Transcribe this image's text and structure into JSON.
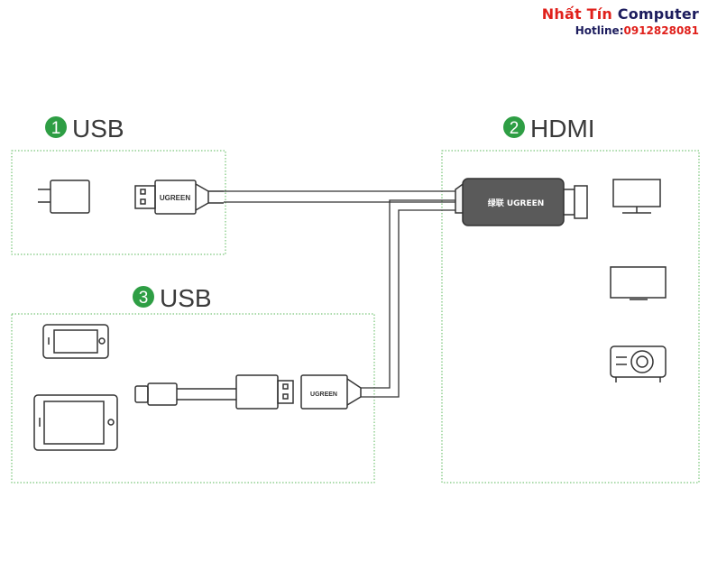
{
  "brand": {
    "name_part1": "Nhất Tín",
    "name_part2": "Computer",
    "hotline_label": "Hotline:",
    "hotline_number": "0912828081"
  },
  "sections": [
    {
      "number": "1",
      "label": "USB"
    },
    {
      "number": "2",
      "label": "HDMI"
    },
    {
      "number": "3",
      "label": "USB"
    }
  ],
  "connector_labels": {
    "usb_plug": "UGREEN",
    "hdmi_plug": "绿联 UGREEN",
    "lightning_plug": "UGREEN"
  },
  "colors": {
    "badge_green": "#2e9e44",
    "box_border": "#5bb85b",
    "brand_red": "#e0201b",
    "brand_dark": "#1d1d5e",
    "line": "#333333"
  },
  "icons": [
    "power-adapter-icon",
    "phone-icon",
    "tablet-icon",
    "monitor-icon",
    "tv-icon",
    "projector-icon"
  ]
}
